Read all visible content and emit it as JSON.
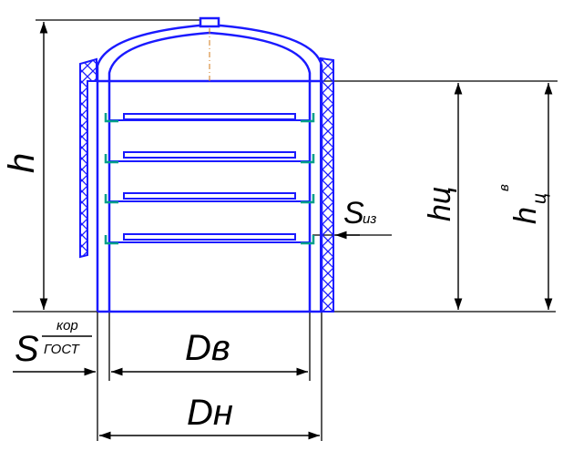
{
  "labels": {
    "h": "h",
    "h_cyl": "hц",
    "h_cyl_inner_base": "h",
    "h_cyl_inner_sub": "ц",
    "h_cyl_inner_sup": "в",
    "s_insulation_main": "S",
    "s_insulation_sub": "из",
    "s_body_main": "S",
    "s_body_sup": "кор",
    "s_body_sub": "ГОСТ",
    "d_inner": "Dв",
    "d_outer": "Dн"
  },
  "colors": {
    "vessel": "#1a1aff",
    "supports": "#00a08a",
    "axis": "#d07a1a",
    "dimension": "#000000"
  },
  "tray_count": 4
}
